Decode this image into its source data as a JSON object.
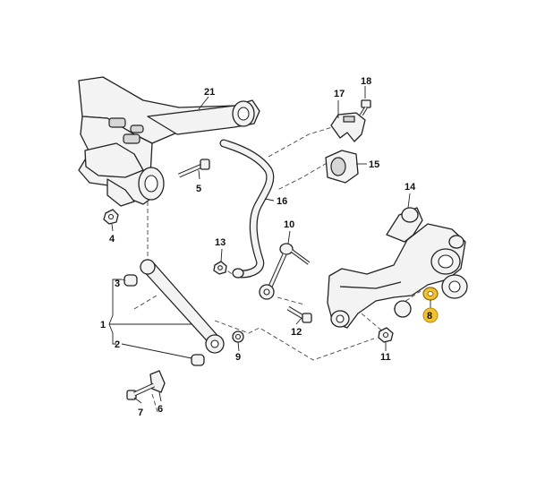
{
  "diagram": {
    "labels": {
      "l1": "1",
      "l2": "2",
      "l3": "3",
      "l4": "4",
      "l5": "5",
      "l6": "6",
      "l7": "7",
      "l8": "8",
      "l9": "9",
      "l10": "10",
      "l11": "11",
      "l12": "12",
      "l13": "13",
      "l14": "14",
      "l15": "15",
      "l16": "16",
      "l17": "17",
      "l18": "18",
      "l21": "21"
    },
    "highlight_color": "#f2c232",
    "highlighted_part": "8"
  }
}
